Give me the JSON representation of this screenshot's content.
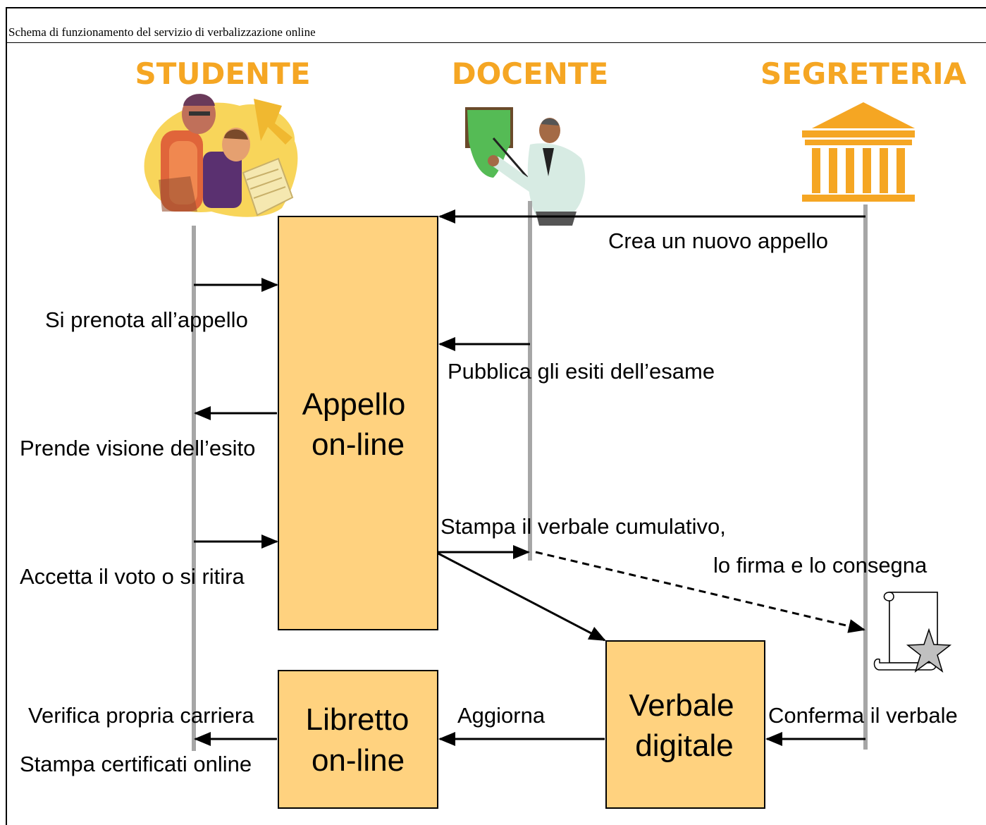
{
  "caption": "Schema di funzionamento del servizio di verbalizzazione online",
  "actors": {
    "studente": "STUDENTE",
    "docente": "DOCENTE",
    "segreteria": "SEGRETERIA"
  },
  "boxes": {
    "appello": [
      "Appello",
      "on-line"
    ],
    "libretto": [
      "Libretto",
      "on-line"
    ],
    "verbale": [
      "Verbale",
      "digitale"
    ]
  },
  "messages": {
    "crea_appello": "Crea un nuovo appello",
    "si_prenota": "Si prenota all’appello",
    "pubblica_esiti": "Pubblica gli esiti dell’esame",
    "prende_visione": "Prende visione dell’esito",
    "stampa_verbale": "Stampa il verbale cumulativo,",
    "firma_consegna": "lo firma e lo consegna",
    "accetta_voto": "Accetta il voto o si ritira",
    "verifica_carriera": "Verifica propria carriera",
    "stampa_certificati": "Stampa certificati online",
    "aggiorna": "Aggiorna",
    "conferma_verbale": "Conferma il verbale"
  },
  "colors": {
    "actor_label": "#f5a623",
    "box_fill": "#ffd27f",
    "lifeline": "#a6a6a6"
  },
  "icons": [
    "students-clipart-icon",
    "teacher-clipart-icon",
    "temple-icon",
    "scroll-star-icon"
  ]
}
